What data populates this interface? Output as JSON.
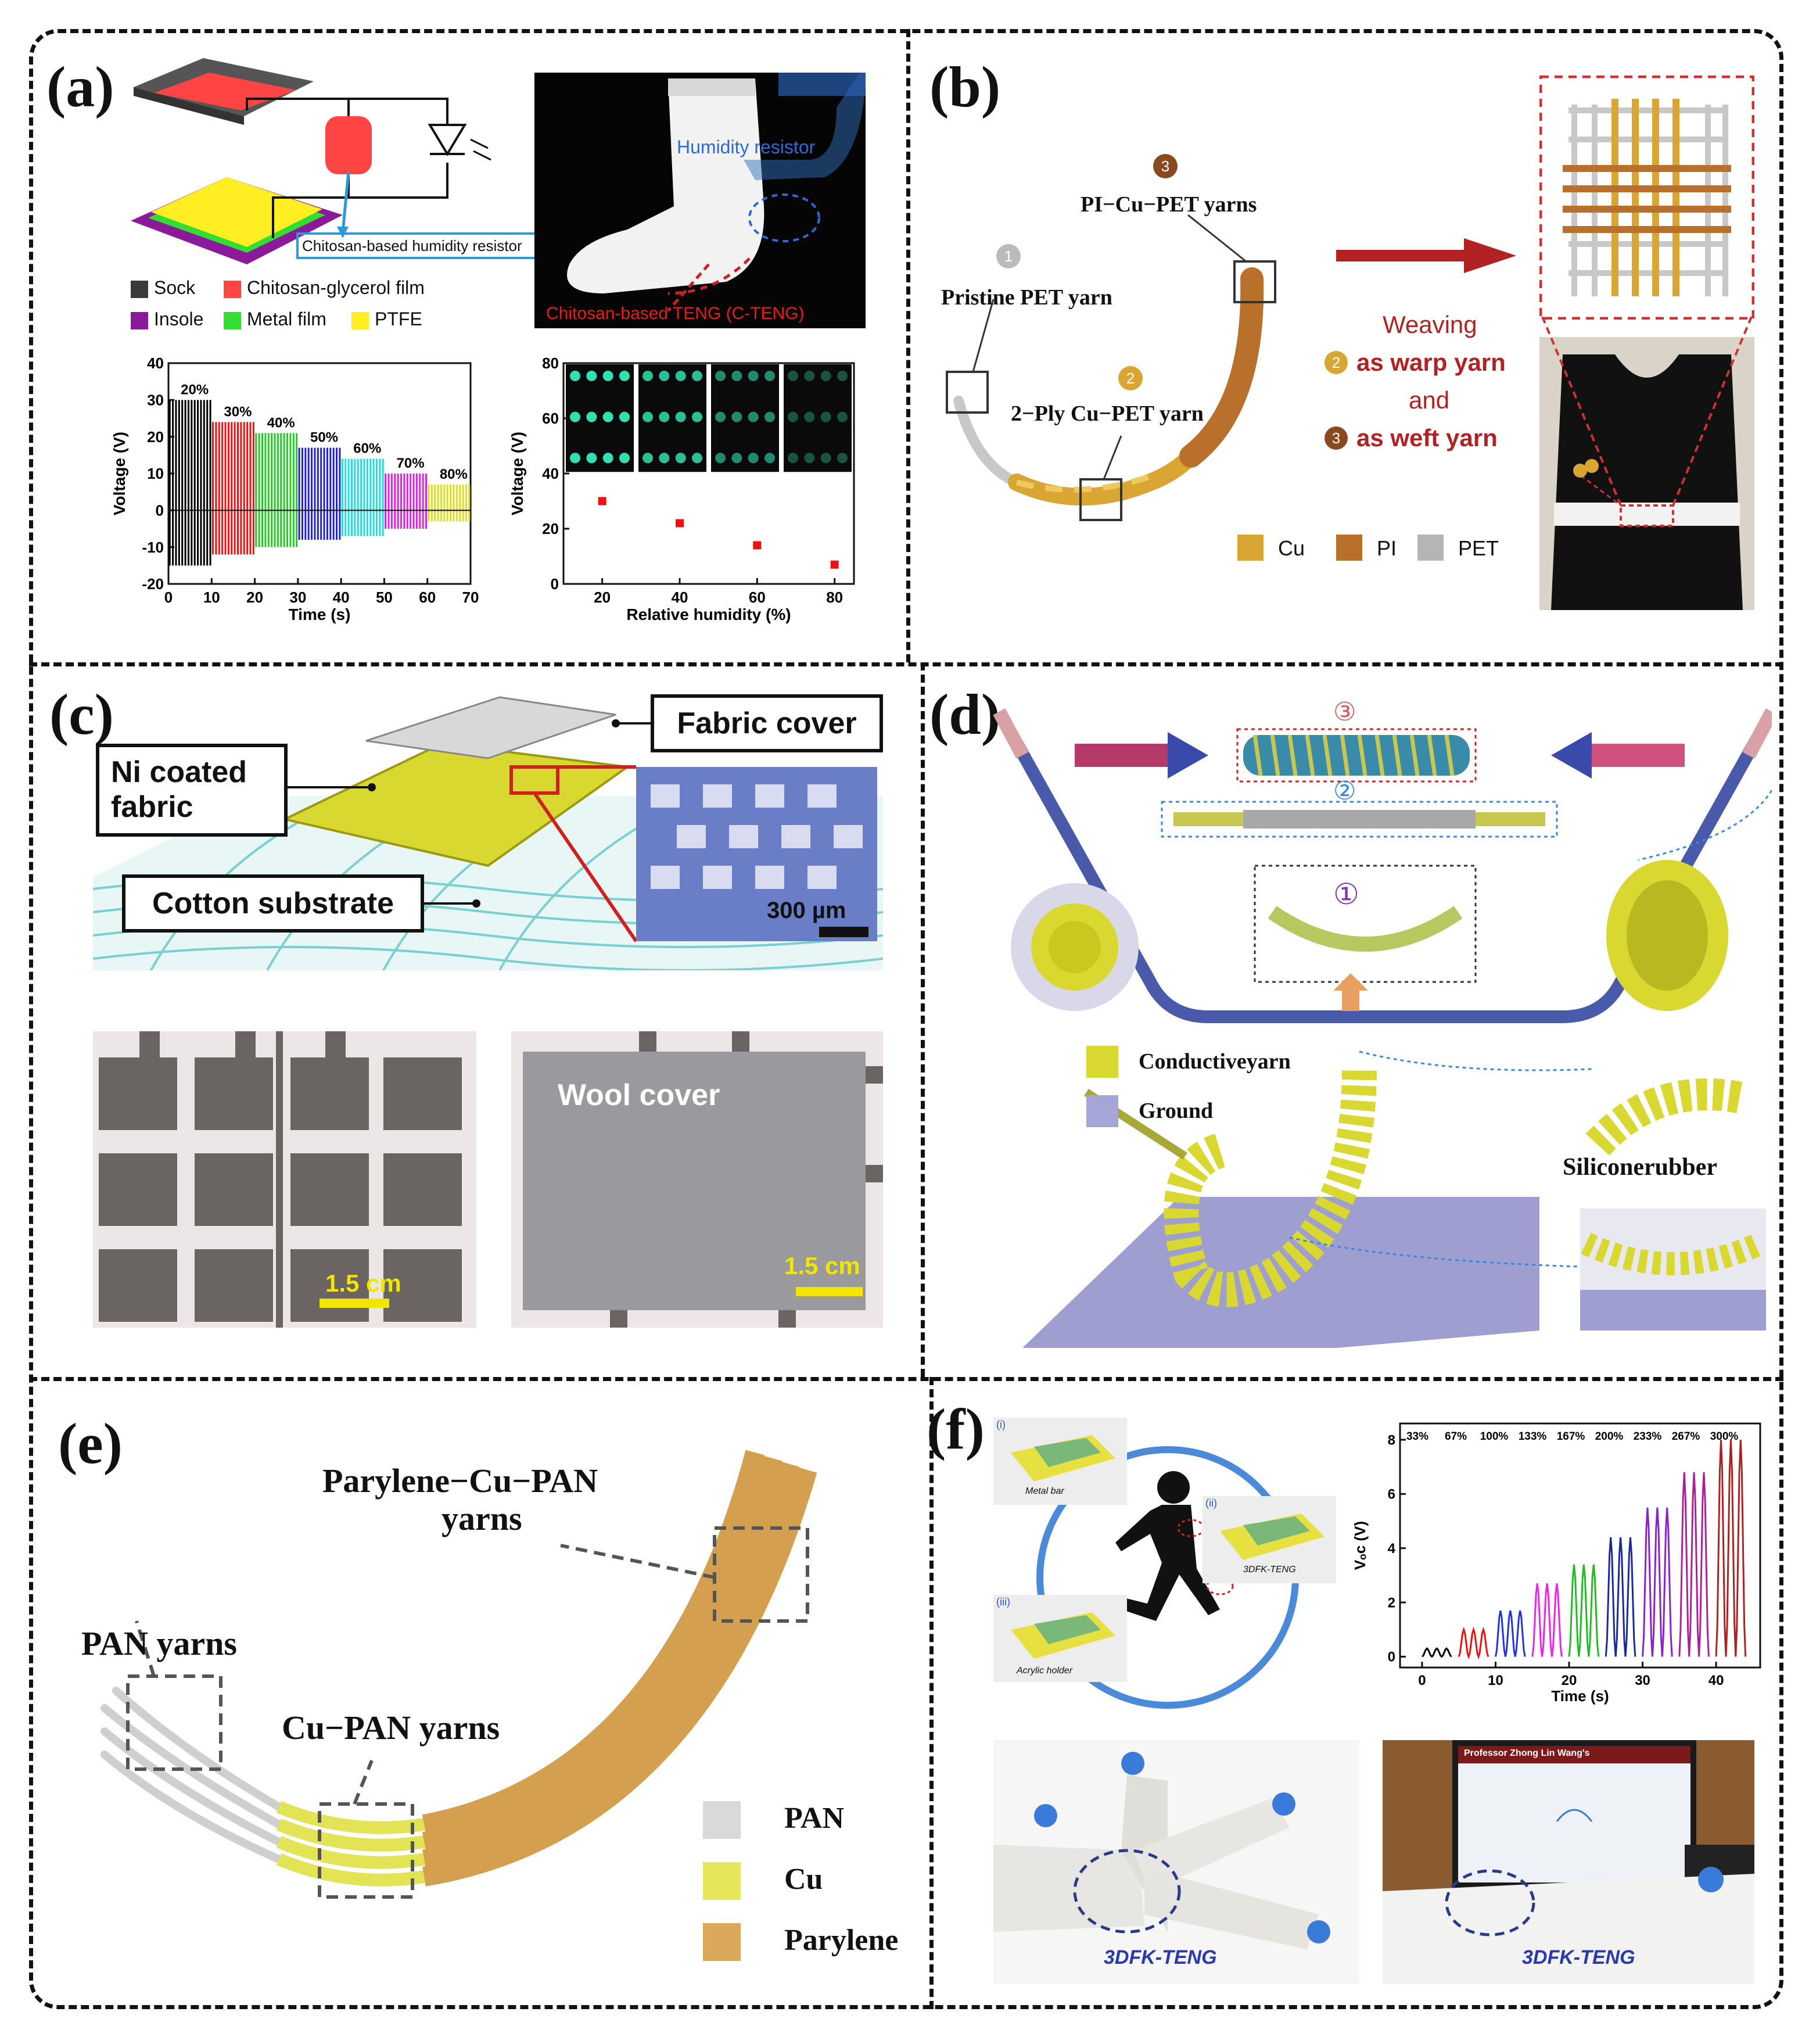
{
  "panels": {
    "a": {
      "label": "(a)",
      "chitosan_resistor": "Chitosan-based humidity resistor",
      "legend": {
        "sock": "Sock",
        "film": "Chitosan-glycerol film",
        "insole": "Insole",
        "metal": "Metal film",
        "ptfe": "PTFE"
      },
      "photo_humidity": "Humidity resistor",
      "photo_teng": "Chitosan-based TENG (C-TENG)",
      "colors": {
        "sock": "#3a3a3a",
        "film": "#ff4444",
        "insole": "#8a1a9a",
        "metal": "#33dd33",
        "ptfe": "#ffee22"
      }
    },
    "b": {
      "label": "(b)",
      "yarn1": "Pristine PET yarn",
      "num1": "1",
      "yarn2": "2−Ply Cu−PET yarn",
      "num2": "2",
      "yarn3": "PI−Cu−PET yarns",
      "num3": "3",
      "weaving": "Weaving",
      "warp_num": "2",
      "warp": "as warp yarn",
      "and": "and",
      "weft_num": "3",
      "weft": "as weft yarn",
      "legend": {
        "cu": "Cu",
        "pi": "PI",
        "pet": "PET"
      },
      "colors": {
        "cu": "#d9a634",
        "pi": "#b8702a",
        "pet": "#b5b5b5",
        "red": "#b22222"
      }
    },
    "c": {
      "label": "(c)",
      "fabric_cover": "Fabric cover",
      "ni_fabric": "Ni coated fabric",
      "cotton": "Cotton substrate",
      "scale1": "300 µm",
      "scale2": "1.5 cm",
      "scale3": "1.5 cm",
      "wool": "Wool cover"
    },
    "d": {
      "label": "(d)",
      "num1": "①",
      "num2": "②",
      "num3": "③",
      "conductive": "Conductiveyarn",
      "ground": "Ground",
      "silicone": "Siliconerubber"
    },
    "e": {
      "label": "(e)",
      "parylene_label_1": "Parylene−Cu−PAN",
      "parylene_label_2": "yarns",
      "pan_label": "PAN yarns",
      "cupan_label": "Cu−PAN yarns",
      "legend": {
        "pan": "PAN",
        "cu": "Cu",
        "parylene": "Parylene"
      },
      "colors": {
        "pan": "#d9d9d9",
        "cu": "#e6e65a",
        "parylene": "#d9a85a"
      }
    },
    "f": {
      "label": "(f)",
      "inset1_num": "(i)",
      "inset2_num": "(ii)",
      "inset3_num": "(iii)",
      "inset1_cap": "Metal bar",
      "inset2_cap": "3DFK-TENG",
      "inset3_cap": "Acrylic holder",
      "teng1": "3DFK-TENG",
      "teng2": "3DFK-TENG",
      "monitor_title": "Professor Zhong Lin Wang's"
    }
  },
  "chart_data": [
    {
      "type": "line",
      "panel": "a-left",
      "xlabel": "Time (s)",
      "ylabel": "Voltage (V)",
      "xlim": [
        0,
        70
      ],
      "ylim": [
        -20,
        40
      ],
      "xticks": [
        "0",
        "10",
        "20",
        "30",
        "40",
        "50",
        "60",
        "70"
      ],
      "yticks": [
        "-20",
        "-10",
        "0",
        "10",
        "20",
        "30",
        "40"
      ],
      "series": [
        {
          "name": "20%",
          "x_range": [
            0,
            10
          ],
          "peak": 30,
          "trough": -15,
          "color": "#000000"
        },
        {
          "name": "30%",
          "x_range": [
            10,
            20
          ],
          "peak": 24,
          "trough": -12,
          "color": "#ee1111"
        },
        {
          "name": "40%",
          "x_range": [
            20,
            30
          ],
          "peak": 21,
          "trough": -10,
          "color": "#22cc22"
        },
        {
          "name": "50%",
          "x_range": [
            30,
            40
          ],
          "peak": 17,
          "trough": -8,
          "color": "#2222cc"
        },
        {
          "name": "60%",
          "x_range": [
            40,
            50
          ],
          "peak": 14,
          "trough": -7,
          "color": "#22dddd"
        },
        {
          "name": "70%",
          "x_range": [
            50,
            60
          ],
          "peak": 10,
          "trough": -5,
          "color": "#dd22dd"
        },
        {
          "name": "80%",
          "x_range": [
            60,
            70
          ],
          "peak": 7,
          "trough": -3,
          "color": "#dddd22"
        }
      ]
    },
    {
      "type": "scatter",
      "panel": "a-right",
      "xlabel": "Relative humidity (%)",
      "ylabel": "Voltage (V)",
      "xlim": [
        10,
        85
      ],
      "ylim": [
        0,
        80
      ],
      "xticks": [
        "20",
        "40",
        "60",
        "80"
      ],
      "yticks": [
        "0",
        "20",
        "40",
        "60",
        "80"
      ],
      "x": [
        20,
        40,
        60,
        80
      ],
      "y": [
        30,
        22,
        14,
        7
      ],
      "color": "#ee1111"
    },
    {
      "type": "line",
      "panel": "f",
      "xlabel": "Time (s)",
      "ylabel": "Vₒᴄ (V)",
      "xlim": [
        -3,
        46
      ],
      "ylim": [
        -0.4,
        8.6
      ],
      "xticks": [
        "0",
        "10",
        "20",
        "30",
        "40"
      ],
      "yticks": [
        "0",
        "2",
        "4",
        "6",
        "8"
      ],
      "series": [
        {
          "name": "33%",
          "x_range": [
            0,
            4
          ],
          "peak": 0.3,
          "color": "#000000"
        },
        {
          "name": "67%",
          "x_range": [
            5,
            9
          ],
          "peak": 1.0,
          "color": "#ee1111"
        },
        {
          "name": "100%",
          "x_range": [
            10,
            14
          ],
          "peak": 1.7,
          "color": "#2233dd"
        },
        {
          "name": "133%",
          "x_range": [
            15,
            19
          ],
          "peak": 2.7,
          "color": "#ee22ee"
        },
        {
          "name": "167%",
          "x_range": [
            20,
            24
          ],
          "peak": 3.4,
          "color": "#22bb22"
        },
        {
          "name": "200%",
          "x_range": [
            25,
            29
          ],
          "peak": 4.4,
          "color": "#1a2a9a"
        },
        {
          "name": "233%",
          "x_range": [
            30,
            34
          ],
          "peak": 5.5,
          "color": "#8a22cc"
        },
        {
          "name": "267%",
          "x_range": [
            35,
            39
          ],
          "peak": 6.8,
          "color": "#aa2299"
        },
        {
          "name": "300%",
          "x_range": [
            40,
            44
          ],
          "peak": 8.0,
          "color": "#aa2222"
        }
      ]
    }
  ]
}
